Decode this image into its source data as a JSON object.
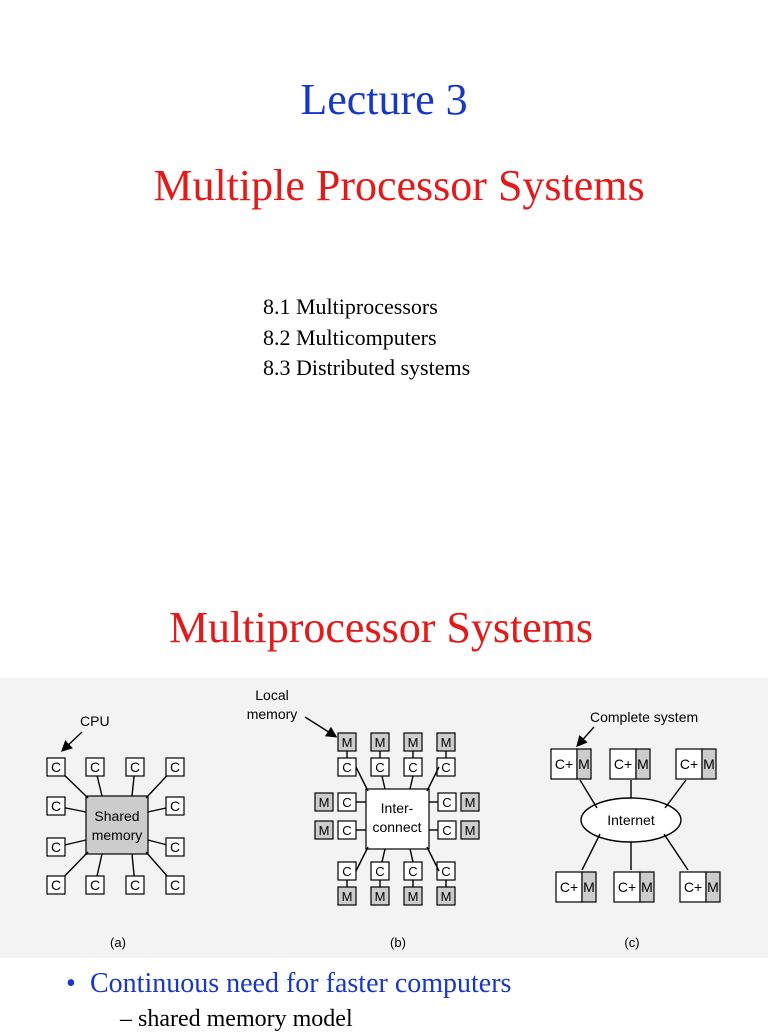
{
  "slide1": {
    "title_top": "Lecture 3",
    "title": "Multiple Processor Systems",
    "toc": [
      "8.1 Multiprocessors",
      "8.2 Multicomputers",
      "8.3 Distributed systems"
    ]
  },
  "slide2": {
    "title": "Multiprocessor Systems",
    "diagram": {
      "a": {
        "callout": "CPU",
        "node": "C",
        "center_line1": "Shared",
        "center_line2": "memory",
        "caption": "(a)"
      },
      "b": {
        "callout_line1": "Local",
        "callout_line2": "memory",
        "cpu_node": "C",
        "mem_node": "M",
        "center_line1": "Inter-",
        "center_line2": "connect",
        "caption": "(b)"
      },
      "c": {
        "callout": "Complete system",
        "node_left": "C+",
        "node_right": "M",
        "center": "Internet",
        "caption": "(c)"
      }
    },
    "bullet": "Continuous need for faster computers",
    "sub_bullet": "– shared memory model"
  },
  "colors": {
    "title_blue": "#1737c8",
    "title_red": "#e41a1a",
    "node_gray": "#cccccc"
  }
}
